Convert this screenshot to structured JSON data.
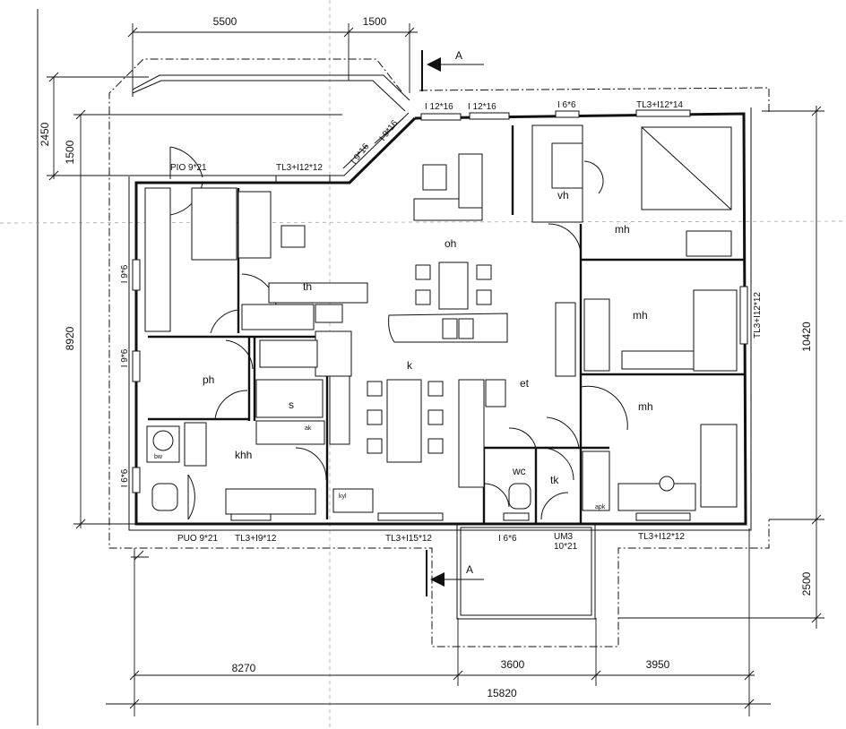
{
  "dimensions": {
    "top_left": "5500",
    "top_right": "1500",
    "left_top_outer": "2450",
    "left_top_inner": "1500",
    "left_main": "8920",
    "right_main": "10420",
    "right_bottom": "2500",
    "bottom_left": "8270",
    "bottom_mid": "3600",
    "bottom_right": "3950",
    "bottom_total": "15820"
  },
  "section_markers": {
    "top": "A",
    "bottom": "A"
  },
  "rooms": {
    "oh": "oh",
    "th": "th",
    "k": "k",
    "et": "et",
    "vh": "vh",
    "mh_top": "mh",
    "mh_middle": "mh",
    "mh_bottom": "mh",
    "ph": "ph",
    "s": "s",
    "khh": "khh",
    "wc": "wc",
    "tk": "tk"
  },
  "openings": {
    "win_top_1": "I 12*16",
    "win_top_2": "I 12*16",
    "win_top_3": "I 6*6",
    "win_top_4": "TL3+I12*14",
    "win_diag_1": "I 9*16",
    "win_diag_2": "I 9*16",
    "win_bay": "TL3+I12*12",
    "door_pio": "PIO 9*21",
    "win_left_1": "I 9*6",
    "win_left_2": "I 9*6",
    "win_left_3": "I 6*6",
    "win_right": "TL3+I12*12",
    "door_puo": "PUO 9*21",
    "win_bottom_1": "TL3+I9*12",
    "win_bottom_2": "TL3+I15*12",
    "win_bottom_3": "I 6*6",
    "door_um3": "UM3",
    "door_um3_size": "10*21",
    "win_bottom_4": "TL3+I12*12"
  },
  "small_labels": {
    "bw": "bw",
    "ak": "ak",
    "kyl": "kyl",
    "apk": "apk"
  }
}
